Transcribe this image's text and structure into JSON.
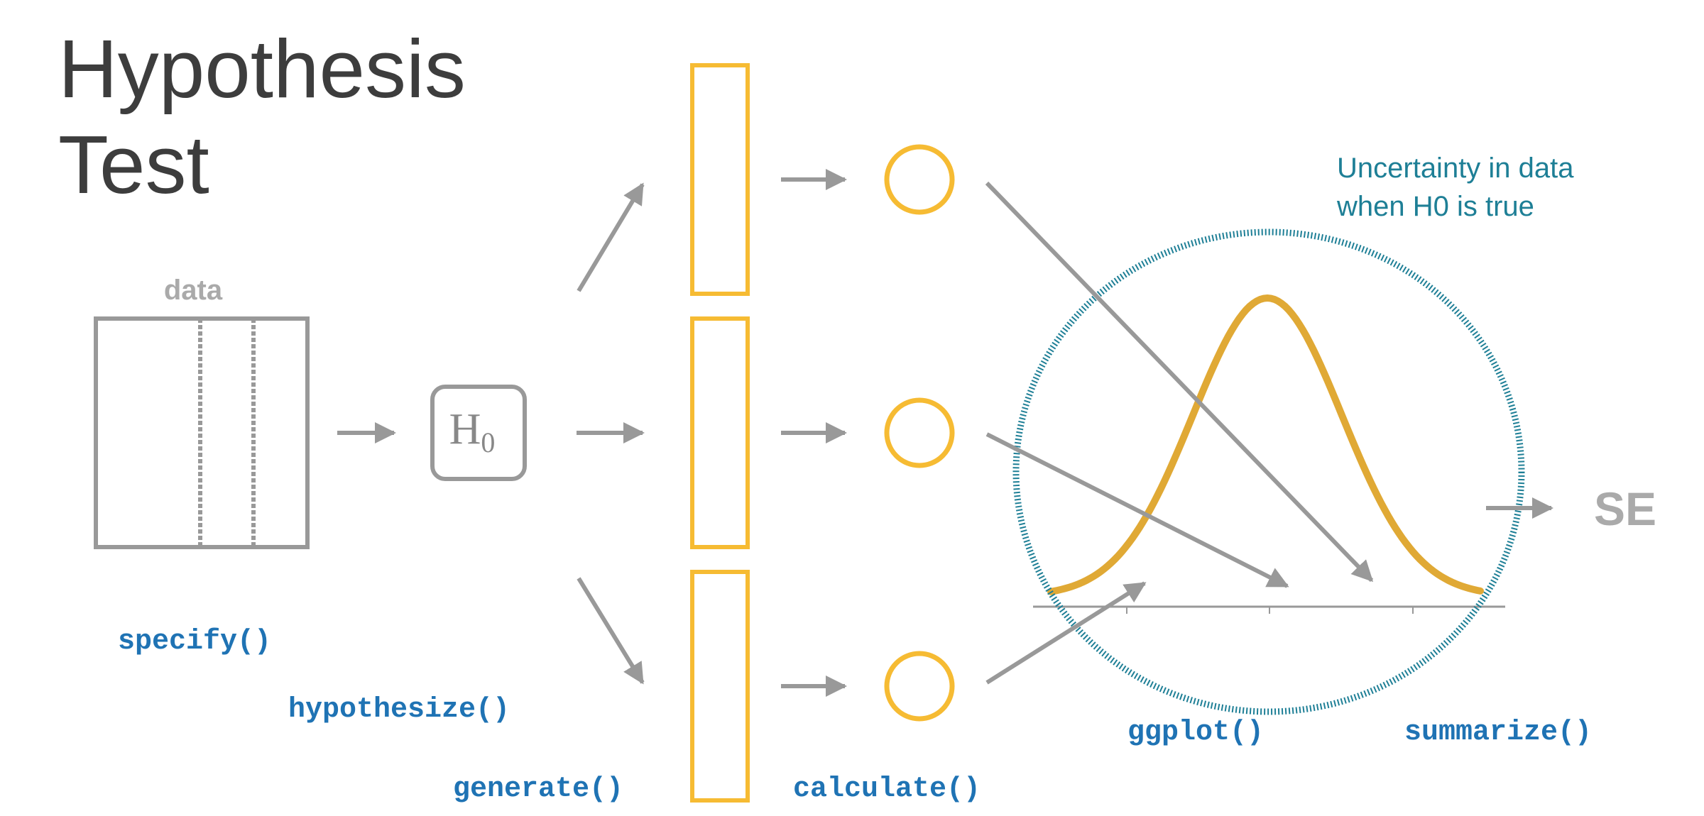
{
  "title": {
    "line1": "Hypothesis",
    "line2": "Test"
  },
  "data_label": "data",
  "h0": {
    "main": "H",
    "sub": "0"
  },
  "uncertainty": {
    "line1": "Uncertainty in data",
    "line2": "when H0 is true"
  },
  "se_label": "SE",
  "functions": {
    "specify": "specify()",
    "hypothesize": "hypothesize()",
    "generate": "generate()",
    "calculate": "calculate()",
    "ggplot": "ggplot()",
    "summarize": "summarize()"
  },
  "colors": {
    "title": "#3d3d3d",
    "gray": "#999999",
    "orange": "#f6bb33",
    "curve": "#e0a935",
    "teal": "#1e7f96",
    "code_blue": "#1f73b4"
  }
}
